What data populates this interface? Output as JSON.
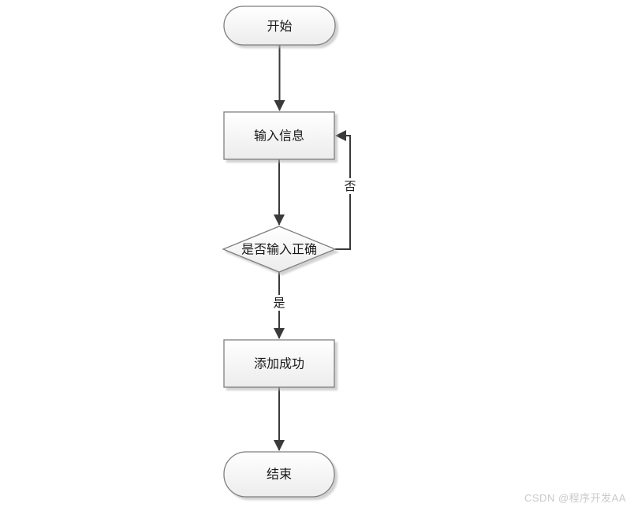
{
  "flowchart": {
    "nodes": [
      {
        "id": "start",
        "type": "terminator",
        "label": "开始"
      },
      {
        "id": "input",
        "type": "process",
        "label": "输入信息"
      },
      {
        "id": "check",
        "type": "decision",
        "label": "是否输入正确"
      },
      {
        "id": "success",
        "type": "process",
        "label": "添加成功"
      },
      {
        "id": "end",
        "type": "terminator",
        "label": "结束"
      }
    ],
    "edges": [
      {
        "from": "start",
        "to": "input",
        "label": ""
      },
      {
        "from": "input",
        "to": "check",
        "label": ""
      },
      {
        "from": "check",
        "to": "input",
        "label": "否"
      },
      {
        "from": "check",
        "to": "success",
        "label": "是"
      },
      {
        "from": "success",
        "to": "end",
        "label": ""
      }
    ],
    "colors": {
      "node_fill_top": "#ffffff",
      "node_fill_bottom": "#ececec",
      "node_border": "#7f7f7f",
      "connector": "#3a3a3a",
      "label_text": "#1a1a1a",
      "shadow": "#b4b4b4",
      "background": "#ffffff"
    }
  },
  "watermark": {
    "text": "CSDN @程序开发AA",
    "color": "#c9c9c9"
  }
}
